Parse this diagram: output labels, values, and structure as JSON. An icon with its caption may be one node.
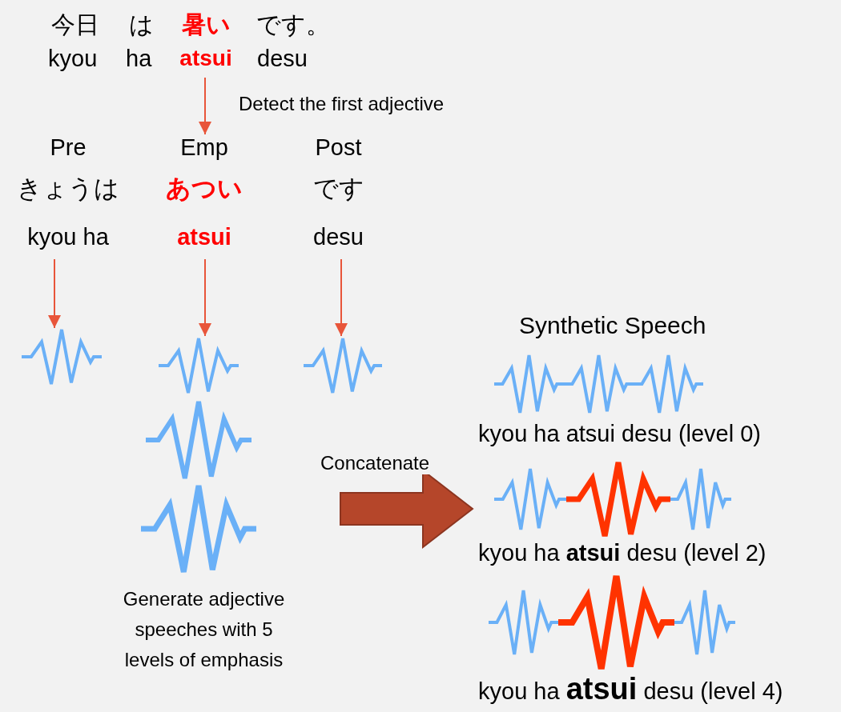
{
  "diagram": {
    "nodes": [
      {
        "text": [
          "暑い",
          "atsui"
        ]
      },
      {
        "text": [
          "Pre",
          "きょうは",
          "kyou ha"
        ]
      },
      {
        "text": [
          "Emp",
          "あつい",
          "atsui"
        ]
      },
      {
        "text": [
          "Post",
          "です",
          "desu"
        ]
      },
      {
        "text": [],
        "shape": "waveform"
      },
      {
        "text": [],
        "shape": "waveform"
      },
      {
        "text": [],
        "shape": "waveform"
      },
      {
        "text": [],
        "shape": "waveform"
      },
      {
        "text": [],
        "shape": "waveform"
      },
      {
        "text": [
          "Synthetic Speech"
        ]
      },
      {
        "text": [
          "kyou ha atsui desu (level 0)"
        ],
        "in": 9
      },
      {
        "text": [
          "kyou ha **atsui** desu (level 2)"
        ],
        "in": 9
      },
      {
        "text": [
          "kyou ha **atsui** desu (level 4)"
        ],
        "in": 9
      }
    ],
    "edges": [
      {
        "from": 0,
        "to": 2,
        "arrow": "to",
        "label": "Detect the first adjective"
      },
      {
        "from": 1,
        "to": 4,
        "arrow": "to"
      },
      {
        "from": 2,
        "to": 5,
        "arrow": "to"
      },
      {
        "from": 3,
        "to": 8,
        "arrow": "to"
      },
      {
        "from": null,
        "to": 9,
        "arrow": "to",
        "label": "Concatenate",
        "style": "thick",
        "color": "#b5462a"
      }
    ],
    "labels": [
      "今日",
      "は",
      "です。",
      "kyou",
      "ha",
      "desu",
      "Generate adjective speeches with 5 levels of emphasis"
    ]
  }
}
